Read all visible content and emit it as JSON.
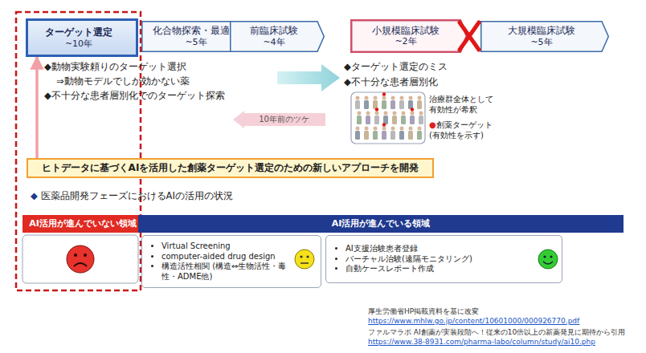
{
  "diagram": {
    "nodes": [
      {
        "text": [
          "ターゲット選定",
          "~10年"
        ]
      },
      {
        "text": [
          "化合物探索・最適化",
          "~5年"
        ]
      },
      {
        "text": [
          "前臨床試験",
          "~4年"
        ]
      },
      {
        "text": [
          "小規模臨床試験",
          "~2年"
        ]
      },
      {
        "text": [
          "大規模臨床試験",
          "~5年"
        ]
      },
      {
        "text": [
          "10年前のツケ"
        ]
      },
      {
        "text": [
          "ヒトデータに基づくAIを活用した創薬ターゲット選定のための新しいアプローチを開発"
        ]
      },
      {
        "text": [
          "AI活用が進んでいない領域"
        ]
      },
      {
        "text": [
          "AI活用が進んでいる領域"
        ]
      },
      {
        "text": [
          "Virtual Screening",
          "computer-aided drug design",
          "構造活性相関 (構造⇔生物活性・毒性・ADME他)"
        ]
      },
      {
        "text": [
          "AI支援治験患者登録",
          "バーチャル治験(遠隔モニタリング)",
          "自動ケースレポート作成"
        ]
      }
    ],
    "edges": [
      {
        "from": 6,
        "to": 0,
        "arrow": "to"
      }
    ],
    "labels": [
      "◆動物実験頼りのターゲット選択",
      "⇒動物モデルでしか効かない薬",
      "◆不十分な患者層別化でのターゲット探索",
      "◆ターゲット選定のミス",
      "◆不十分な患者層別化",
      "治療群全体として 有効性が希釈",
      "●創薬ターゲット (有効性を示す)",
      "◆ 医薬品開発フェーズにおけるAIの活用の状況",
      "厚生労働省HP掲載資料を基に改変",
      "https://www.mhlw.go.jp/content/10601000/000926770.pdf",
      "ファルマラボ AI創薬が実装段階へ！従来の10倍以上の新薬発見に期待から引用",
      "https://www.38-8931.com/pharma-labo/column/study/ai10.php"
    ]
  }
}
